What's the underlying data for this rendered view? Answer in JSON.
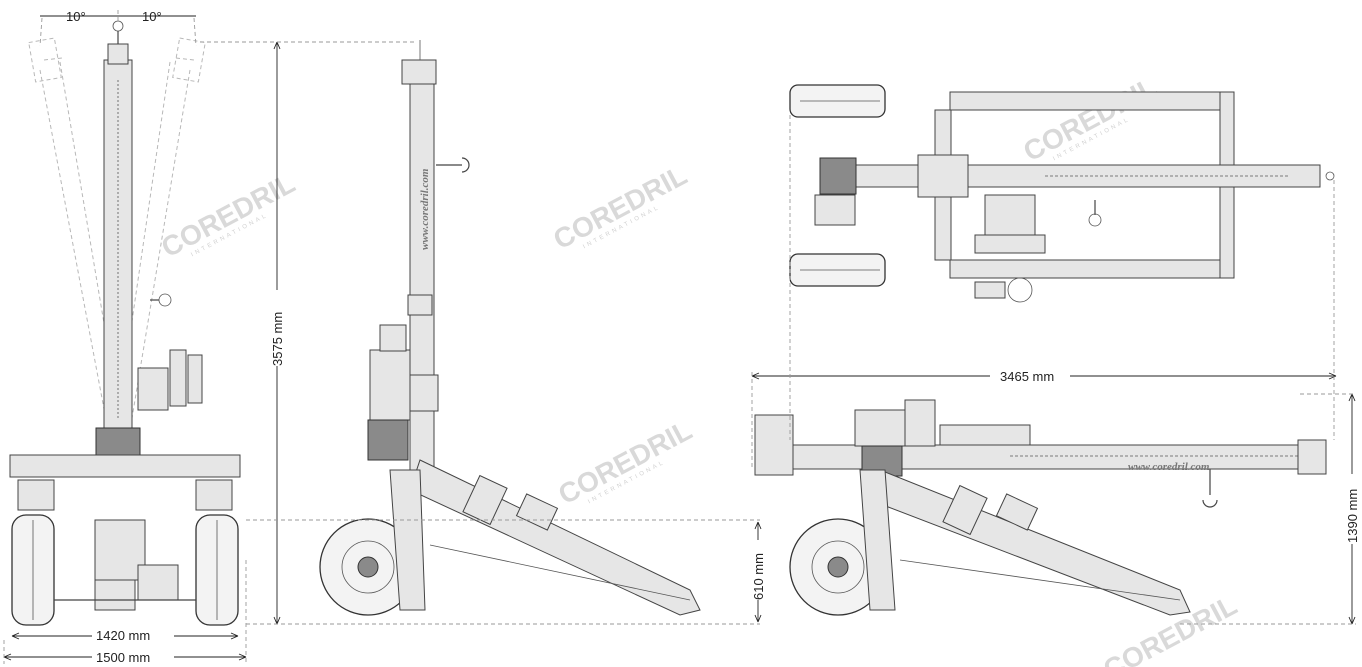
{
  "dimensions": {
    "angle_left": "10°",
    "angle_right": "10°",
    "mast_height": "3575 mm",
    "track_inner": "1420 mm",
    "track_outer": "1500 mm",
    "transport_length": "3465 mm",
    "wheel_height": "610 mm",
    "transport_height": "1390 mm"
  },
  "watermark": {
    "brand": "COREDRIL",
    "sub": "INTERNATIONAL"
  },
  "mast_label": "www.coredril.com",
  "colors": {
    "line": "#444444",
    "ghost": "#b8b8b8",
    "watermark": "#d9d9d9"
  }
}
